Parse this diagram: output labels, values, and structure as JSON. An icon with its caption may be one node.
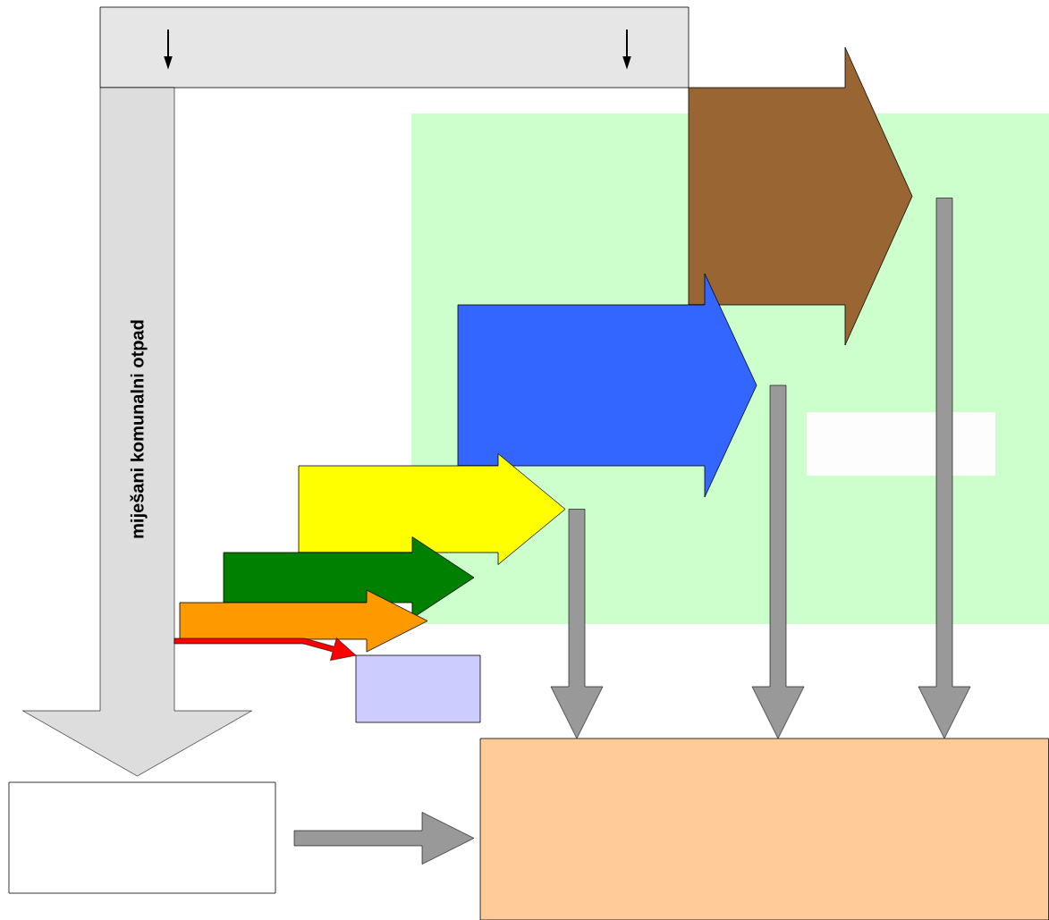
{
  "diagram": {
    "nodes": [
      {
        "text": [],
        "shape": "box"
      },
      {
        "text": [],
        "shape": "box"
      },
      {
        "text": [],
        "shape": "box",
        "in": 1
      },
      {
        "text": [],
        "shape": "box"
      },
      {
        "text": [],
        "shape": "box"
      },
      {
        "text": [],
        "shape": "box"
      },
      {
        "text": [],
        "shape": "arrow"
      },
      {
        "text": [],
        "shape": "arrow",
        "in": 1
      },
      {
        "text": [],
        "shape": "arrow"
      },
      {
        "text": [],
        "shape": "arrow"
      },
      {
        "text": [],
        "shape": "arrow"
      }
    ],
    "edges": [
      {
        "from": 0,
        "to": 4,
        "arrow": "to",
        "label": "miješani komunalni otpad",
        "color": "#dddddd"
      },
      {
        "from": 10,
        "to": 3,
        "arrow": "to",
        "color": "#ff0000"
      },
      {
        "from": 8,
        "to": 5,
        "arrow": "to",
        "color": "#999999"
      },
      {
        "from": 7,
        "to": 5,
        "arrow": "to",
        "color": "#999999"
      },
      {
        "from": 6,
        "to": 5,
        "arrow": "to",
        "color": "#999999"
      },
      {
        "from": 4,
        "to": 5,
        "arrow": "to",
        "color": "#999999"
      }
    ]
  }
}
